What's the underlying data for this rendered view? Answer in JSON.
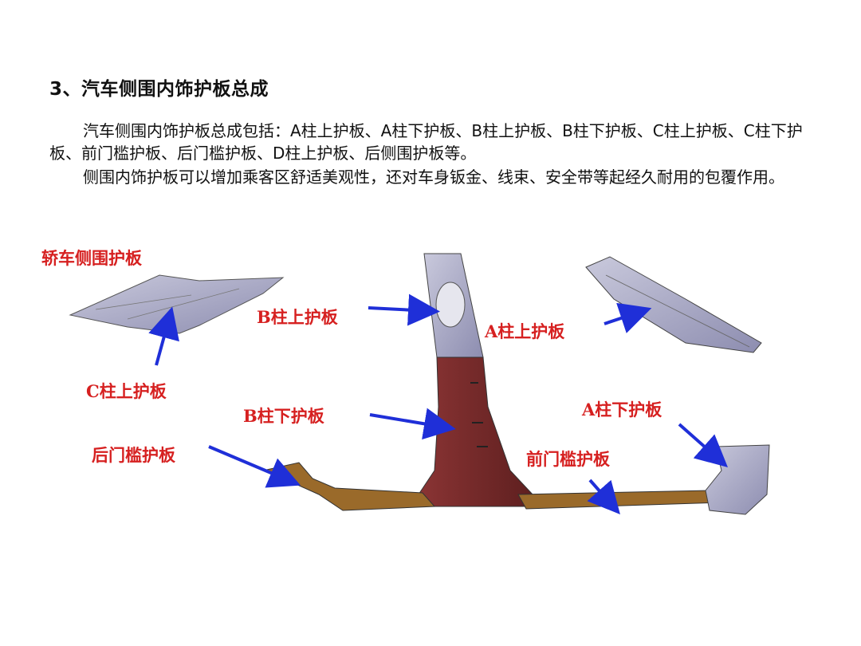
{
  "heading": "3、汽车侧围内饰护板总成",
  "paragraphs": [
    "汽车侧围内饰护板总成包括：A柱上护板、A柱下护板、B柱上护板、B柱下护板、C柱上护板、C柱下护板、前门槛护板、后门槛护板、D柱上护板、后侧围护板等。",
    "侧围内饰护板可以增加乘客区舒适美观性，还对车身钣金、线束、安全带等起经久耐用的包覆作用。"
  ],
  "labels": {
    "sedan_side_panel": "轿车侧围护板",
    "c_pillar_upper": "C柱上护板",
    "b_pillar_upper": "B柱上护板",
    "b_pillar_lower": "B柱下护板",
    "a_pillar_upper": "A柱上护板",
    "a_pillar_lower": "A柱下护板",
    "rear_sill": "后门槛护板",
    "front_sill": "前门槛护板"
  },
  "colors": {
    "label": "#d62020",
    "arrow": "#1f2fd8",
    "upper_trim": "#9a9ab8",
    "lower_trim": "#7a2a2a",
    "sill_trim": "#9a6a2a"
  }
}
